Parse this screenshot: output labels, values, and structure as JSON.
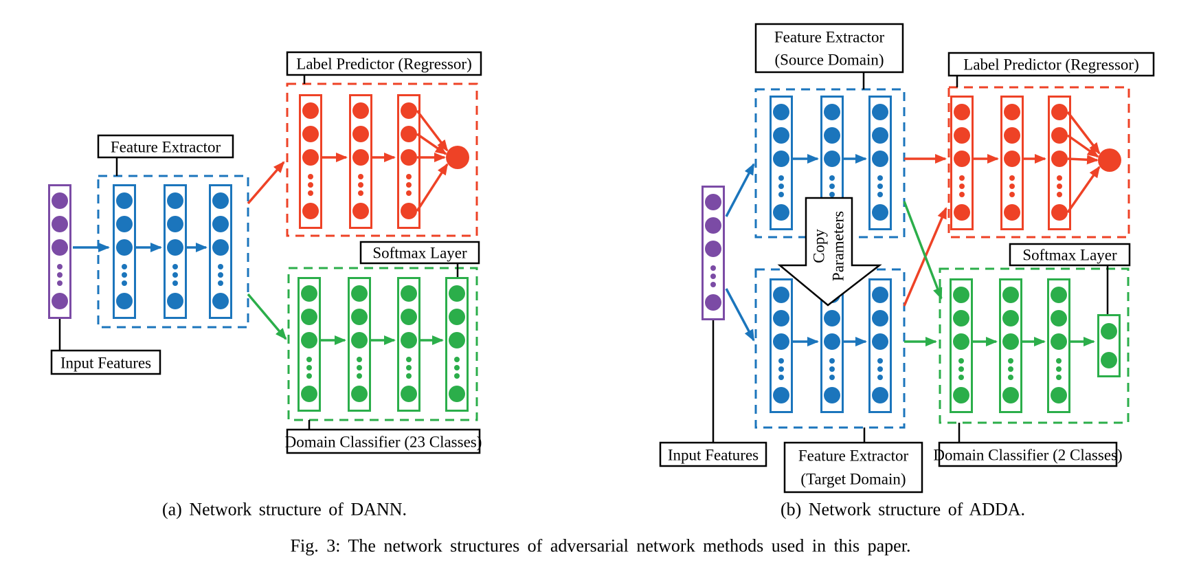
{
  "figure": {
    "caption": "Fig. 3: The network structures of adversarial network methods used in this paper.",
    "colors": {
      "input": "#7B4BA5",
      "fe": "#1B75BC",
      "lp": "#EE4226",
      "dc": "#2BAE4A"
    },
    "panel_a": {
      "caption": "(a) Network structure of DANN.",
      "labels": {
        "input_features": "Input Features",
        "feature_extractor": "Feature Extractor",
        "label_predictor": "Label Predictor (Regressor)",
        "softmax_layer": "Softmax Layer",
        "domain_classifier": "Domain Classifier (23 Classes)"
      }
    },
    "panel_b": {
      "caption": "(b) Network structure of ADDA.",
      "labels": {
        "input_features": "Input Features",
        "feature_extractor_source_line1": "Feature Extractor",
        "feature_extractor_source_line2": "(Source Domain)",
        "feature_extractor_target_line1": "Feature Extractor",
        "feature_extractor_target_line2": "(Target Domain)",
        "label_predictor": "Label Predictor (Regressor)",
        "softmax_layer": "Softmax Layer",
        "domain_classifier": "Domain Classifier (2 Classes)",
        "copy_parameters_line1": "Copy",
        "copy_parameters_line2": "Parameters"
      }
    }
  }
}
